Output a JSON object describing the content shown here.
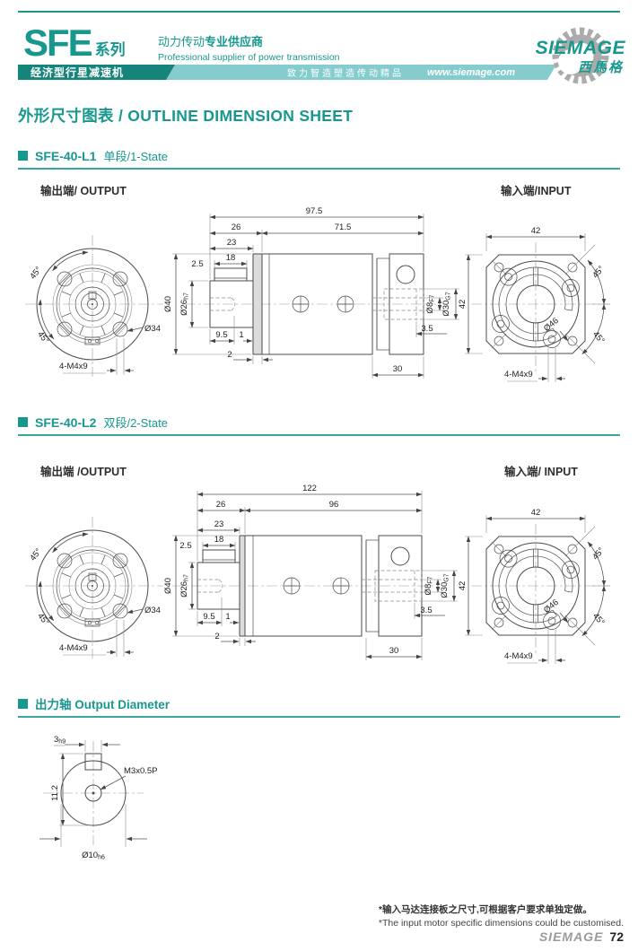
{
  "header": {
    "series": "SFE",
    "series_suffix": "系列",
    "sub_badge": "经济型行星减速机",
    "tagline_cn_regular": "动力传动",
    "tagline_cn_bold": "专业供应商",
    "tagline_en": "Professional supplier of power transmission",
    "banner_slogan": "致力智造塑造传动精品",
    "banner_url": "www.siemage.com",
    "brand": "SIEMAGE",
    "brand_cn": "西馬格"
  },
  "page_title": "外形尺寸图表 / OUTLINE DIMENSION SHEET",
  "sections": {
    "l1": {
      "model": "SFE-40-L1",
      "stage": "单段/1-State",
      "output_label": "输出端/ OUTPUT",
      "input_label": "输入端/INPUT",
      "side": {
        "overall": "97.5",
        "front": "26",
        "rear": "71.5",
        "hub_len": "23",
        "key_offset": "2.5",
        "key_len": "18",
        "d40": "Ø40",
        "d26": "Ø26",
        "d26_fit": "h7",
        "tap_len": "9.5",
        "gap1": "1",
        "gap2": "2",
        "d8": "Ø8",
        "d8_fit": "F7",
        "d30": "Ø30",
        "d30_fit": "G7",
        "pilot_depth": "3.5",
        "plate_w": "30"
      },
      "output_view": {
        "angle_top": "45°",
        "angle_bottom": "45°",
        "bolt_circle": "Ø34",
        "screws": "4-M4x9"
      },
      "input_view": {
        "width": "42",
        "height": "42",
        "angle_top": "45°",
        "angle_bottom": "45°",
        "pilot": "Ø46",
        "screws": "4-M4x9"
      }
    },
    "l2": {
      "model": "SFE-40-L2",
      "stage": "双段/2-State",
      "output_label": "输出端 /OUTPUT",
      "input_label": "输入端/ INPUT",
      "side": {
        "overall": "122",
        "front": "26",
        "rear": "96",
        "hub_len": "23",
        "key_offset": "2.5",
        "key_len": "18",
        "d40": "Ø40",
        "d26": "Ø26",
        "d26_fit": "h7",
        "tap_len": "9.5",
        "gap1": "1",
        "gap2": "2",
        "d8": "Ø8",
        "d8_fit": "F7",
        "d30": "Ø30",
        "d30_fit": "G7",
        "pilot_depth": "3.5",
        "plate_w": "30"
      },
      "output_view": {
        "angle_top": "45°",
        "angle_bottom": "45°",
        "bolt_circle": "Ø34",
        "screws": "4-M4x9"
      },
      "input_view": {
        "width": "42",
        "height": "42",
        "angle_top": "45°",
        "angle_bottom": "45°",
        "pilot": "Ø46",
        "screws": "4-M4x9"
      }
    },
    "shaft": {
      "title": "出力轴 Output Diameter",
      "key_width": "3",
      "key_width_fit": "h9",
      "height": "11.2",
      "tap": "M3x0.5P",
      "diameter": "Ø10",
      "diameter_fit": "h6"
    }
  },
  "footnotes": {
    "cn": "*输入马达连接板之尺寸,可根据客户要求单独定做。",
    "en": "*The input motor specific dimensions could be customised."
  },
  "footer": {
    "brand": "SIEMAGE",
    "page": "72"
  },
  "colors": {
    "teal": "#17988e",
    "teal_dark": "#15857c",
    "teal_light": "#85ccce",
    "line": "#4b4b4b"
  }
}
